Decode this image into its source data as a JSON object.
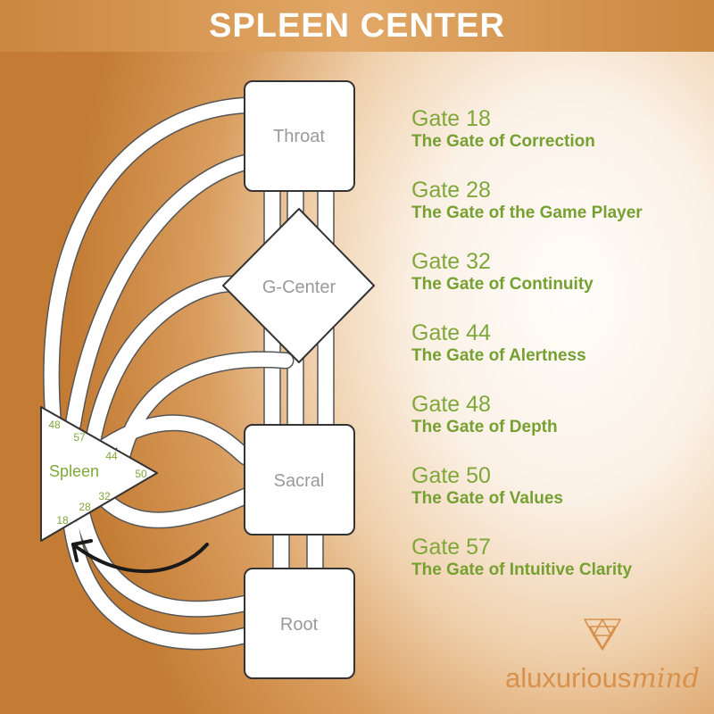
{
  "title": "SPLEEN CENTER",
  "centers": {
    "throat": "Throat",
    "g_center": "G-Center",
    "sacral": "Sacral",
    "root": "Root",
    "spleen": "Spleen"
  },
  "spleen_gate_numbers": [
    "48",
    "57",
    "44",
    "50",
    "32",
    "28",
    "18"
  ],
  "gates": [
    {
      "number": "Gate 18",
      "name": "The Gate of Correction"
    },
    {
      "number": "Gate 28",
      "name": "The Gate of the Game Player"
    },
    {
      "number": "Gate 32",
      "name": "The Gate of Continuity"
    },
    {
      "number": "Gate 44",
      "name": "The Gate of Alertness"
    },
    {
      "number": "Gate 48",
      "name": "The Gate of Depth"
    },
    {
      "number": "Gate 50",
      "name": "The Gate of Values"
    },
    {
      "number": "Gate 57",
      "name": "The Gate of Intuitive Clarity"
    }
  ],
  "logo": {
    "part_a": "aluxurious",
    "part_b": "mind"
  },
  "colors": {
    "accent_green": "#7fa73a",
    "banner_orange": "#d4914c",
    "logo_orange": "#d8914b"
  }
}
